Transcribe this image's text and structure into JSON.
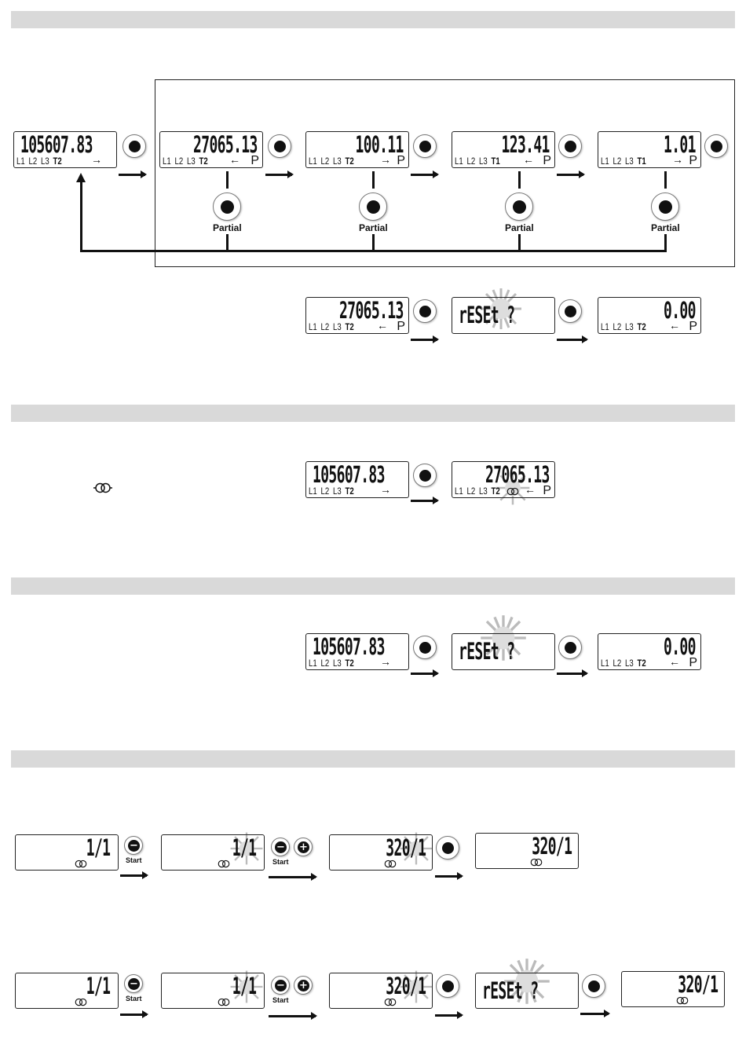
{
  "lcd": {
    "total": "105607.83",
    "partial": "27065.13",
    "v100": "100.11",
    "v123": "123.41",
    "v101": "1.01",
    "zero": "0.00",
    "reset": "rESEt ?",
    "ct1": "1/1",
    "ct320": "320/1"
  },
  "phase": {
    "l1": "L1",
    "l2": "L2",
    "l3": "L3"
  },
  "tariff": {
    "t1": "T1",
    "t2": "T2"
  },
  "symbols": {
    "p": "P",
    "right_arrow": "→",
    "left_arrow": "←"
  },
  "labels": {
    "partial": "Partial",
    "start": "Start"
  }
}
